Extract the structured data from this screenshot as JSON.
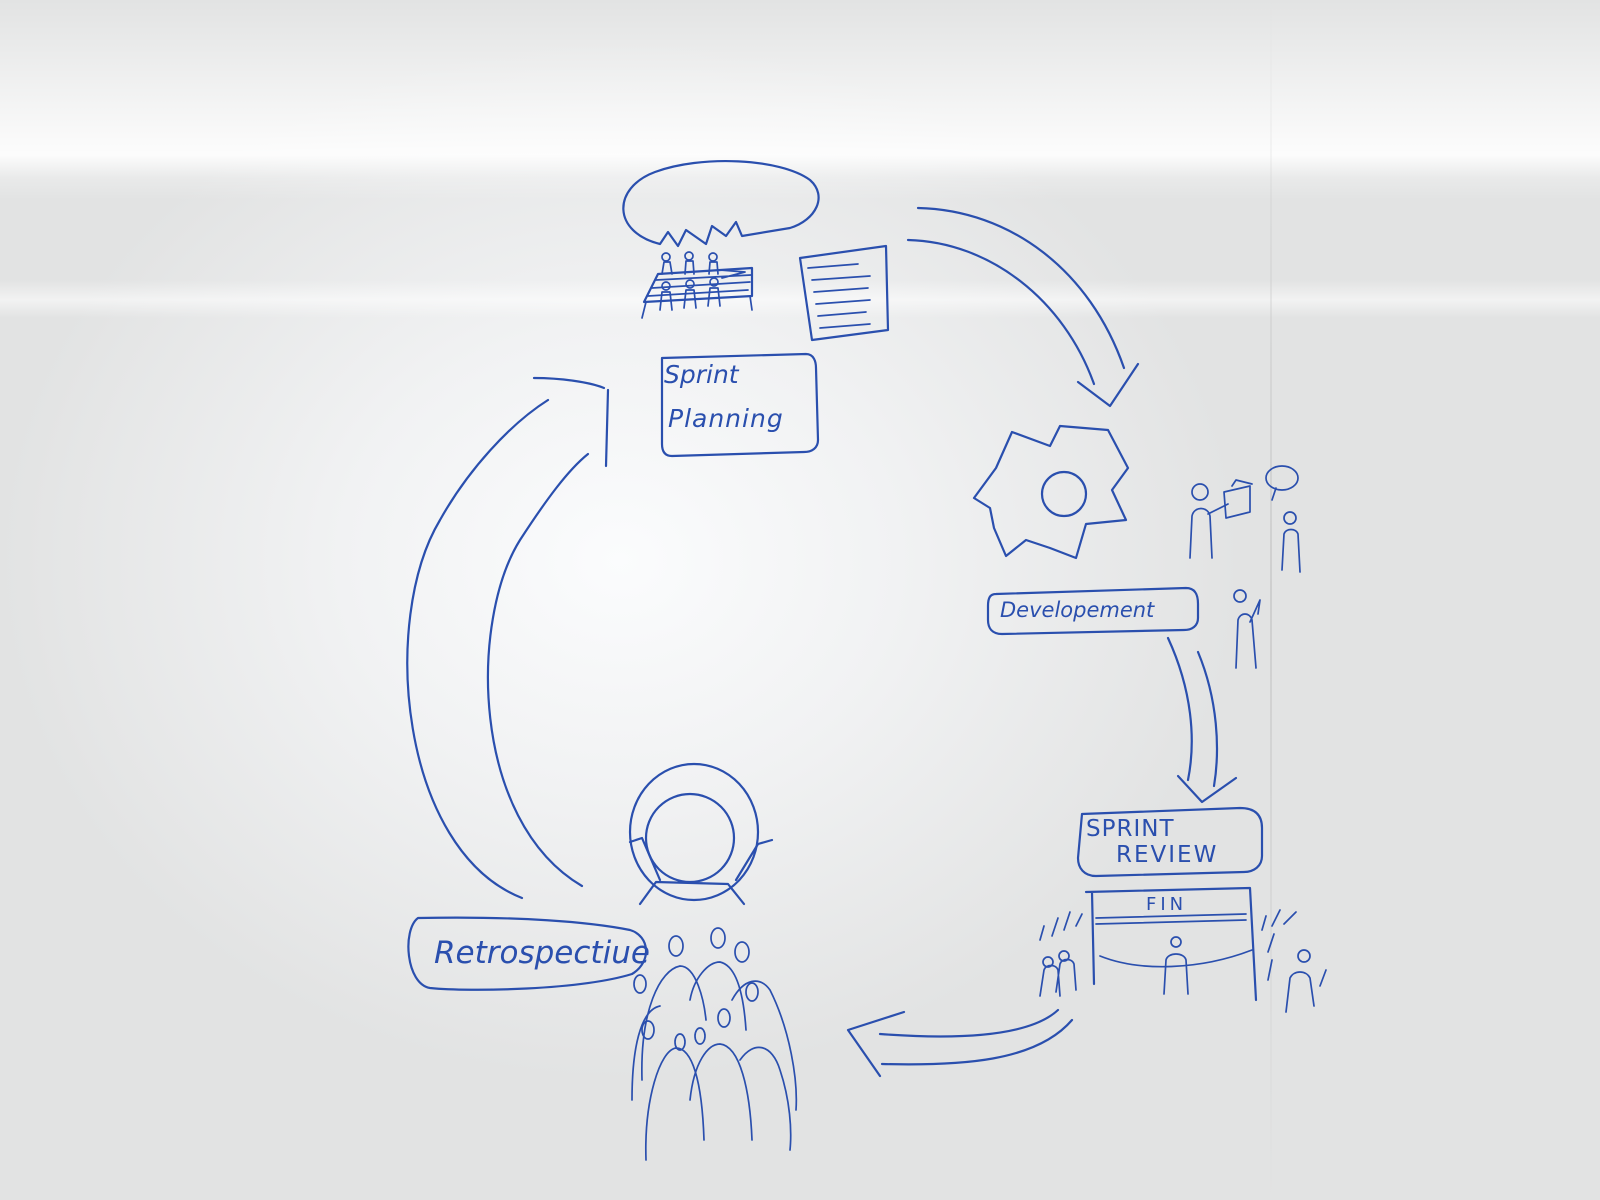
{
  "diagram": {
    "type": "cycle",
    "ink_color": "#2a4fae",
    "stages": [
      {
        "key": "planning",
        "label_line1": "Sprint",
        "label_line2": "Planning"
      },
      {
        "key": "development",
        "label": "Developement"
      },
      {
        "key": "review",
        "label_line1": "SPRINT",
        "label_line2": "REVIEW"
      },
      {
        "key": "retrospective",
        "label": "Retrospectiue"
      }
    ],
    "review_screen_text": "FIN",
    "icons": [
      "meeting-speech-bubble-icon",
      "document-list-icon",
      "gear-icon",
      "presenter-people-icon",
      "presentation-screen-icon",
      "head-with-halo-icon",
      "team-crowd-icon"
    ]
  }
}
